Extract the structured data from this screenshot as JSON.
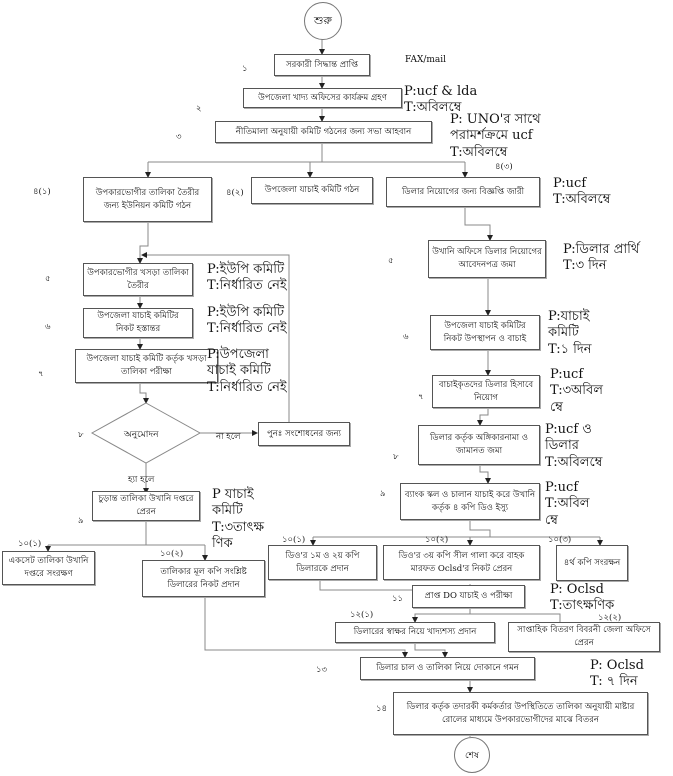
{
  "start": "শুরু",
  "end": "শেষ",
  "s1": {
    "num": "১",
    "text": "সরকারী সিদ্ধান্ত প্রাপ্তি",
    "note": "FAX/mail"
  },
  "s2": {
    "num": "২",
    "text": "উপজেলা খাদ্য অফিসের কার্যক্রম গ্রহণ",
    "note": "P:ucf & lda\nT:অবিলম্বে"
  },
  "s3": {
    "num": "৩",
    "text": "নীতিমালা অনুযায়ী কমিটি গঠনের জন্য সভা আহবান",
    "note": "P: UNO'র সাথে\nপরামর্শক্রমে ucf\nT:অবিলম্বে"
  },
  "s4_1": {
    "num": "৪(১)",
    "text": "উপকারভোগীর তালিকা তৈরীর জন্য ইউনিয়ন কমিটি গঠন"
  },
  "s4_2": {
    "num": "৪(২)",
    "text": "উপজেলা যাচাই কমিটি গঠন"
  },
  "s4_3": {
    "num": "৪(৩)",
    "text": "ডিলার নিয়োগের জন্য বিজ্ঞপ্তি জারী",
    "note": "P:ucf\nT:অবিলম্বে"
  },
  "l5": {
    "num": "৫",
    "text": "উপকারভোগীর খসড়া তালিকা তৈরীর",
    "note": "P:ইউপি কমিটি\nT:নির্ধারিত নেই"
  },
  "l6": {
    "num": "৬",
    "text": "উপজেলা যাচাই কমিটির নিকট হস্তান্তর",
    "note": "P:ইউপি কমিটি\nT:নির্ধারিত নেই"
  },
  "l7": {
    "num": "৭",
    "text": "উপজেলা যাচাই কমিটি কর্তৃক খসড়া তালিকা পরীক্ষা",
    "note": "P:উপজেলা\nযাচাই কমিটি\nT:নির্ধারিত নেই"
  },
  "l8": {
    "num": "৮",
    "text": "অনুমোদন",
    "no": "না হলে",
    "yes": "হ্যা হলে",
    "retry": "পুনঃ সংশোধনের জন্য"
  },
  "l9": {
    "num": "৯",
    "text": "চুড়ান্ত তালিকা উখানি দপ্তরে প্রেরন",
    "note": "P যাচাই\nকমিটি\nT:৩তাৎক্ষ\nণিক"
  },
  "l10_1": {
    "num": "১০(১)",
    "text": "একসেট তালিকা উখানি দপ্তরে সংরক্ষণ"
  },
  "l10_2": {
    "num": "১০(২)",
    "text": "তালিকার মূল কপি সংশ্লিষ্ট ডিলারের নিকট প্রদান"
  },
  "r5": {
    "num": "৫",
    "text": "উখানি অফিসে ডিলার নিয়োগের আবেদনপত্র জমা",
    "note": "P:ডিলার প্রার্থি\nT:৩ দিন"
  },
  "r6": {
    "num": "৬",
    "text": "উপজেলা যাচাই কমিটির নিকট উপস্থাপন ও বাচাই",
    "note": "P:যাচাই\nকমিটি\nT:১ দিন"
  },
  "r7": {
    "num": "৭",
    "text": "বাচাইকৃতদের ডিলার হিসাবে নিয়োগ",
    "note": "P:ucf\nT:৩অবিল\nম্বে"
  },
  "r8": {
    "num": "৮",
    "text": "ডিলার কর্তৃক অঙ্গিকারনামা ও জামানত জমা",
    "note": "P:ucf ও\nডিলার\nT:অবিলম্বে"
  },
  "r9": {
    "num": "৯",
    "text": "ব্যাংক স্কল ও চালান যাচাই করে উখানি কর্তৃক ৪ কপি ডিও ইস্যু",
    "note": "P:ucf\nT:অবিল\nম্বে"
  },
  "r10_1": {
    "num": "১০(১)",
    "text": "ডিও'র ১ম ও ২য় কপি ডিলারকে প্রদান"
  },
  "r10_2": {
    "num": "১০(২)",
    "text": "ডিও'র ৩য় কপি সীল গালা করে বাহক মারফত Oclsd'র নিকট প্রেরন"
  },
  "r10_3": {
    "num": "১০(৩)",
    "text": "৪র্থ কপি সংরক্ষন"
  },
  "s11": {
    "num": "১১",
    "text": "প্রাপ্ত DO যাচাই ও পরীক্ষা",
    "note": "P: Oclsd\nT:তাৎক্ষণিক"
  },
  "s12_1": {
    "num": "১২(১)",
    "text": "ডিলারের স্বাক্ষর নিয়ে খাদ্যশস্য প্রদান"
  },
  "s12_2": {
    "num": "১২(২)",
    "text": "সাপ্তাহিক বিতরণ বিবরনী জেলা অফিসে প্রেরন"
  },
  "s13": {
    "num": "১৩",
    "text": "ডিলার চাল ও তালিকা নিয়ে দোকানে গমন",
    "note": "P: Oclsd\nT: ৭ দিন"
  },
  "s14": {
    "num": "১৪",
    "text": "ডিলার কর্তৃক তদারকী কর্মকর্তার উপস্থিতিতে তালিকা অনুযায়ী মাষ্টার রোলের মাধ্যমে উপকারভোগীদের মাঝে বিতরন"
  }
}
